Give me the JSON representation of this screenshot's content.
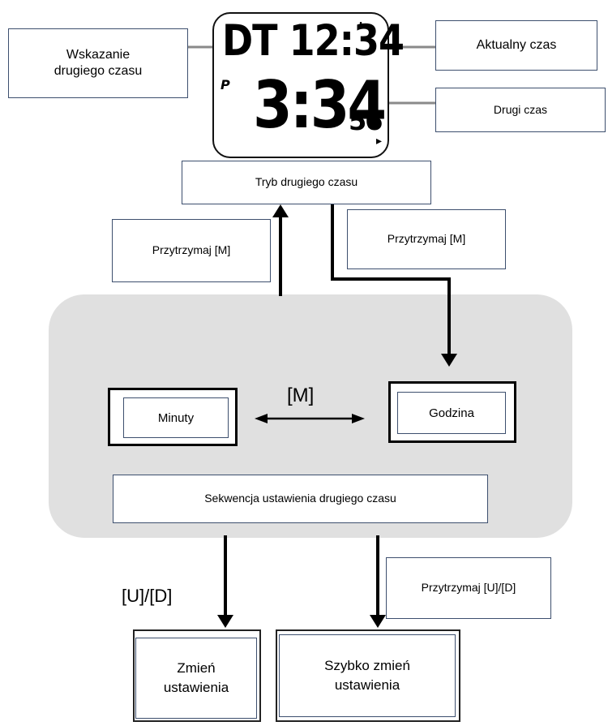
{
  "watch": {
    "top_line": "DT 12:34",
    "tick": "'",
    "p_indicator": "P",
    "main_time": "3:34",
    "seconds": "56",
    "dot": "▸"
  },
  "callouts": {
    "indicator": "Wskazanie\ndrugiego czasu",
    "current_time": "Aktualny czas",
    "second_time": "Drugi czas"
  },
  "mode_box": "Tryb drugiego czasu",
  "hold_m_left": "Przytrzymaj [M]",
  "hold_m_right": "Przytrzymaj [M]",
  "sequence": {
    "minutes": "Minuty",
    "hour": "Godzina",
    "toggle_label": "[M]",
    "caption": "Sekwencja ustawienia drugiego czasu"
  },
  "ud_label": "[U]/[D]",
  "hold_ud": "Przytrzymaj [U]/[D]",
  "change": "Zmień\nustawienia",
  "fast_change": "Szybko zmień\nustawienia"
}
